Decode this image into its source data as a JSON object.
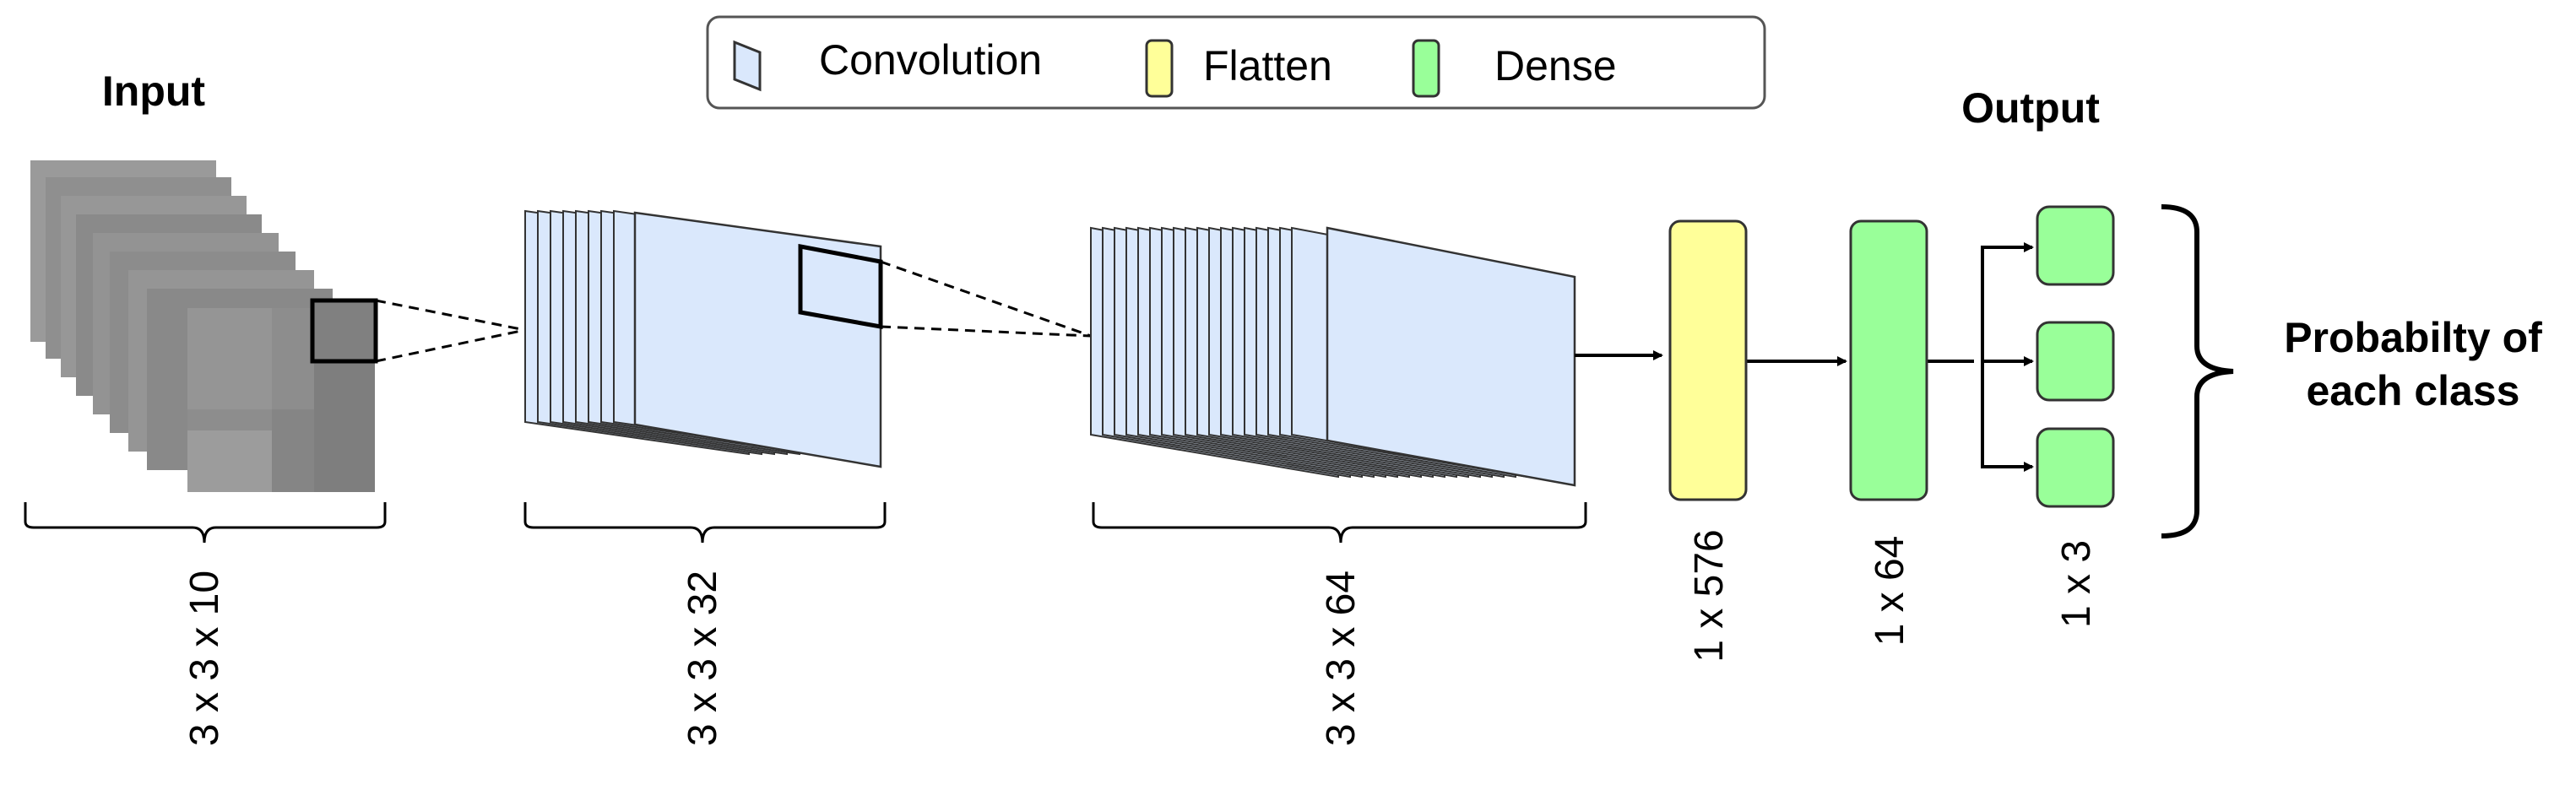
{
  "legend": {
    "items": [
      {
        "label": "Convolution",
        "color": "#dae8fc"
      },
      {
        "label": "Flatten",
        "color": "#ffff99"
      },
      {
        "label": "Dense",
        "color": "#99ff99"
      }
    ]
  },
  "titles": {
    "input": "Input",
    "output": "Output",
    "probability_line1": "Probabilty of",
    "probability_line2": "each class"
  },
  "layers": {
    "input_dims": "3 x 3 x 10",
    "conv1_dims": "3 x 3 x 32",
    "conv2_dims": "3 x 3 x 64",
    "flatten_dims": "1 x 576",
    "dense_dims": "1 x 64",
    "output_dims": "1 x 3"
  },
  "colors": {
    "convolution": "#dae8fc",
    "flatten": "#ffff99",
    "dense": "#99ff99",
    "input_gray": "#8c8c8c",
    "stroke": "#000000"
  }
}
